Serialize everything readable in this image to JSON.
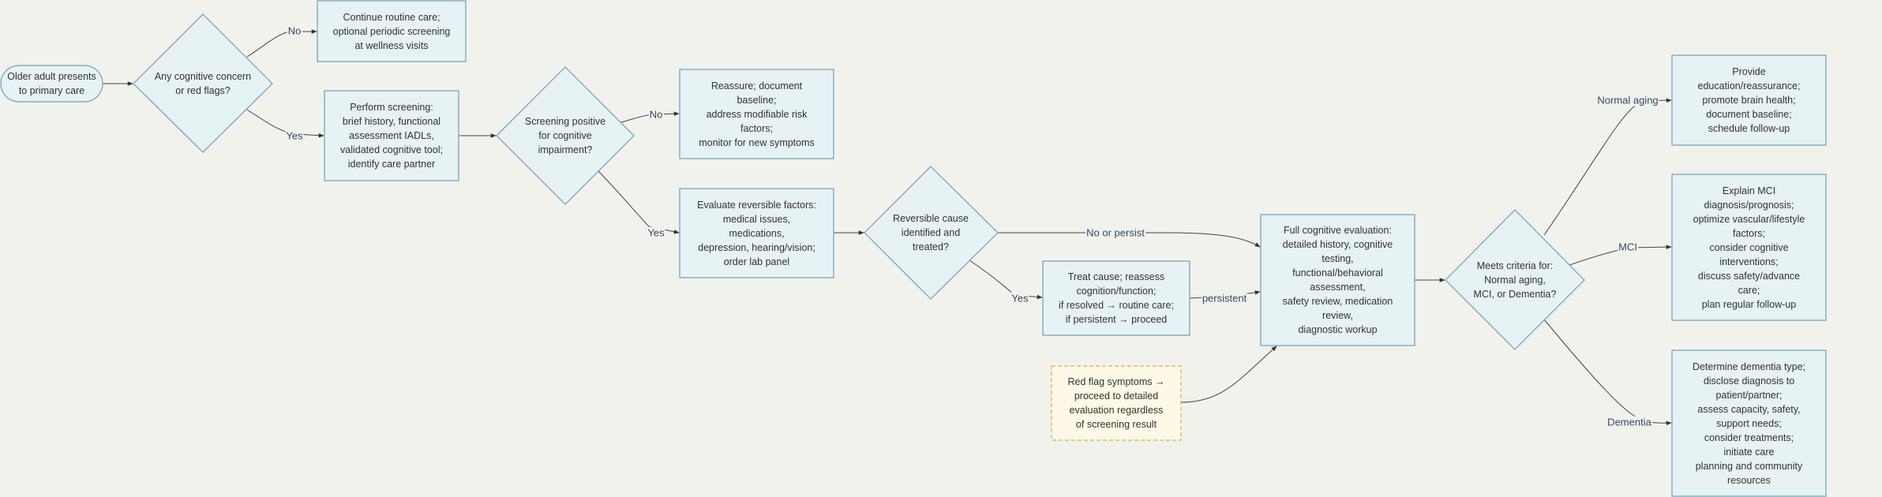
{
  "nodes": {
    "start": "Older adult presents\nto primary care",
    "concern": "Any cognitive concern\nor red flags?",
    "routine": "Continue routine care;\noptional periodic screening\nat wellness visits",
    "screening": "Perform screening:\nbrief history, functional\nassessment IADLs,\nvalidated cognitive tool;\nidentify care partner",
    "screen_positive": "Screening positive\nfor cognitive\nimpairment?",
    "reassure": "Reassure; document\nbaseline;\naddress modifiable risk\nfactors;\nmonitor for new symptoms",
    "reversible_eval": "Evaluate reversible factors:\nmedical issues,\nmedications,\ndepression, hearing/vision;\norder lab panel",
    "reversible_q": "Reversible cause\nidentified and\ntreated?",
    "treat": "Treat cause; reassess\ncognition/function;\nif resolved → routine care;\nif persistent → proceed",
    "red_flag": "Red flag symptoms →\nproceed to detailed\nevaluation regardless\nof screening result",
    "full_eval": "Full cognitive evaluation:\ndetailed history, cognitive\ntesting,\nfunctional/behavioral\nassessment,\nsafety review, medication\nreview,\ndiagnostic workup",
    "criteria": "Meets criteria for:\nNormal aging,\nMCI, or Dementia?",
    "normal": "Provide\neducation/reassurance;\npromote brain health;\ndocument baseline;\nschedule follow-up",
    "mci": "Explain MCI\ndiagnosis/prognosis;\noptimize vascular/lifestyle\nfactors;\nconsider cognitive\ninterventions;\ndiscuss safety/advance\ncare;\nplan regular follow-up",
    "dementia": "Determine dementia type;\ndisclose diagnosis to\npatient/partner;\nassess capacity, safety,\nsupport needs;\nconsider treatments;\ninitiate care\nplanning and community\nresources"
  },
  "edge_labels": {
    "no1": "No",
    "yes1": "Yes",
    "no2": "No",
    "yes2": "Yes",
    "no_or_persist": "No or persist",
    "yes3": "Yes",
    "persistent": "persistent",
    "normal_aging": "Normal aging",
    "mci": "MCI",
    "dementia": "Dementia"
  },
  "colors": {
    "box_fill": "#e6f2f4",
    "box_stroke": "#6e9fb8",
    "note_fill": "#fdf9e6",
    "note_stroke": "#d4b04d",
    "background": "#f2f2ec"
  }
}
